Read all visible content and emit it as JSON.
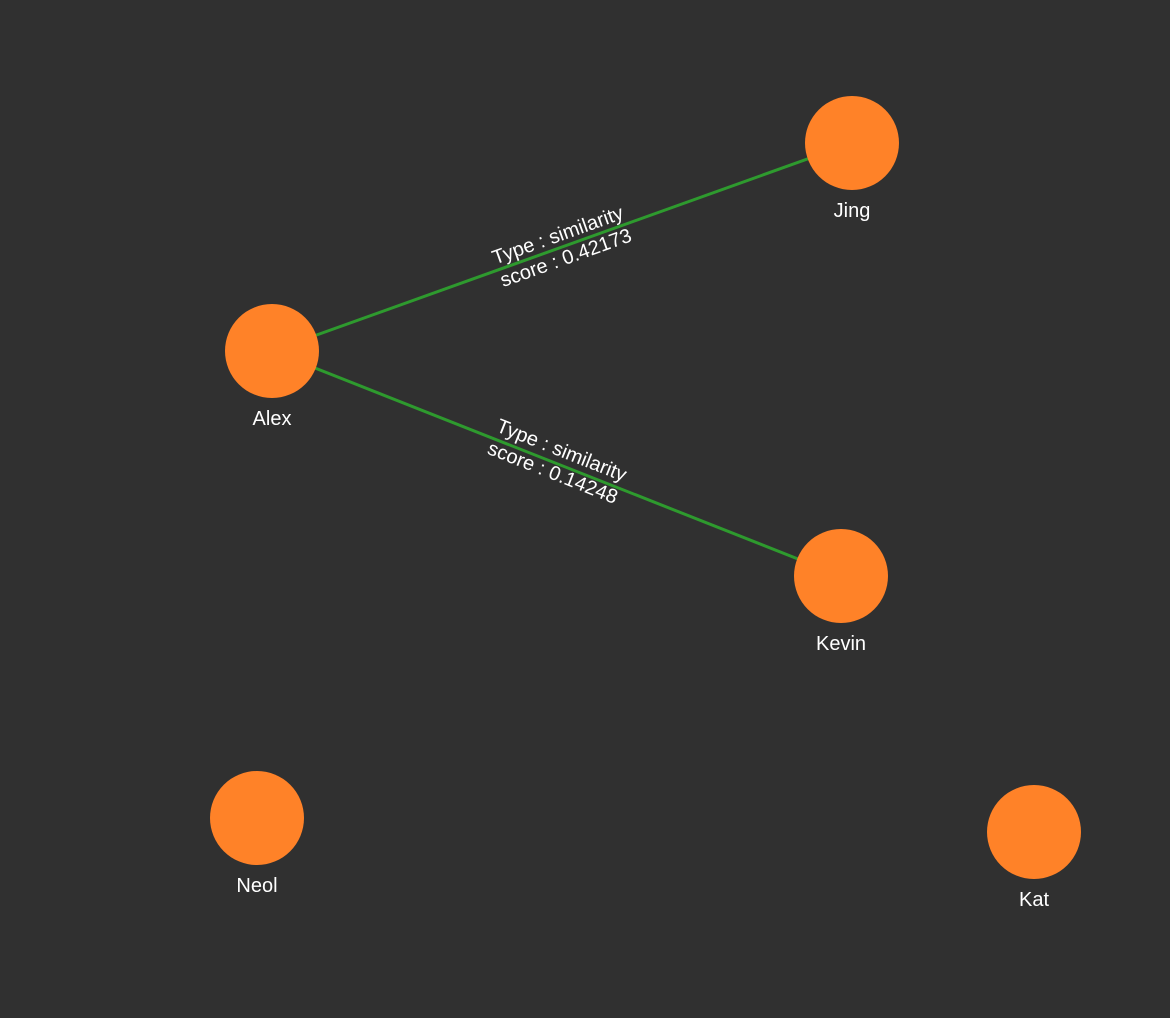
{
  "colors": {
    "background": "#303030",
    "node_fill": "#ff8228",
    "edge_stroke": "#2e9a2e",
    "label_text": "#ffffff"
  },
  "nodes": [
    {
      "id": "alex",
      "label": "Alex"
    },
    {
      "id": "jing",
      "label": "Jing"
    },
    {
      "id": "kevin",
      "label": "Kevin"
    },
    {
      "id": "neol",
      "label": "Neol"
    },
    {
      "id": "kat",
      "label": "Kat"
    }
  ],
  "edges": [
    {
      "source": "alex",
      "target": "jing",
      "type_line": "Type : similarity",
      "score_line": "score : 0.42173"
    },
    {
      "source": "alex",
      "target": "kevin",
      "type_line": "Type : similarity",
      "score_line": "score : 0.14248"
    }
  ]
}
